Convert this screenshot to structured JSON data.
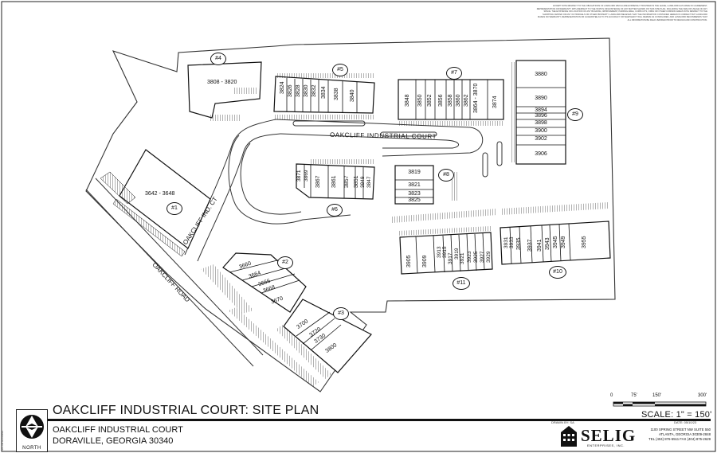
{
  "disclaimer": "EXCEPT WITH RESPECT TO THE OBLIGATIONS OF LANDLORD WHICH ARE EXPRESSLY PROVIDED IN THE LEASE, LANDLORD HAS MADE NO AGREEMENT, REPRESENTATION OR WARRANTY WITH RESPECT TO THE STATUS OR EXISTENCE OF ANY MATTER SHOWN ON THIS SITE PLAN, INCLUDING THE SIZE OR USAGE OF ANY SPACE. THE EXISTENCE OR LOCATION OF ANY BUILDING, IMPROVEMENT, PARKING AREA, CURB CUTS, OPEN OR OTHER COMMON AREAS WITH RESPECT TO THE SHOPPING CENTER OR ANY OUTPARCELS OR OTHER PROPERTY. LANDLORD BELIEVES THAT THE INFORMATION CONTAINED HEREIN IS CORRECT BUT LANDLORD MAKES NO WARRANTY, REPRESENTATION OR GUARANTEE AS TO ITS ACCURACY OR WHETHER IT WILL REMAIN AS CONFIGURED, AND LANDLORD RECOMMENDS THAT ALL INFORMATION BE FIELD VERIFIED PRIOR TO DESIGN AND CONSTRUCTION.",
  "side_note": "Site Plan file reference",
  "streets": {
    "court": "OAKCLIFF  INDUSTRIAL COURT",
    "ind_ct": "OAKCLIFF IND. CT",
    "road": "OAKCLIFF ROAD"
  },
  "buildings": [
    {
      "id": "#1",
      "units": [
        "3642 - 3648"
      ]
    },
    {
      "id": "#2",
      "units": [
        "3660",
        "3664",
        "3666",
        "3668",
        "3670"
      ]
    },
    {
      "id": "#3",
      "units": [
        "3700",
        "3720",
        "3730",
        "3800"
      ]
    },
    {
      "id": "#4",
      "units": [
        "3808 - 3820"
      ]
    },
    {
      "id": "#5",
      "units": [
        "3824",
        "3826",
        "3828",
        "3830",
        "3832",
        "3834",
        "3838",
        "3840"
      ]
    },
    {
      "id": "#6",
      "units": [
        "3871",
        "3869",
        "3867",
        "3861",
        "3857",
        "3851",
        "3849",
        "3847"
      ]
    },
    {
      "id": "#7",
      "units": [
        "3848",
        "3850",
        "3852",
        "3856",
        "3858",
        "3860",
        "3862",
        "3864 - 3870",
        "3874"
      ]
    },
    {
      "id": "#8",
      "units": [
        "3819",
        "3821",
        "3823",
        "3825"
      ]
    },
    {
      "id": "#9",
      "units": [
        "3880",
        "3890",
        "3894",
        "3896",
        "3898",
        "3900",
        "3902",
        "3906"
      ]
    },
    {
      "id": "#10",
      "units": [
        "3931",
        "3933",
        "3935",
        "3937",
        "3941",
        "3943",
        "3945",
        "3949",
        "3955"
      ]
    },
    {
      "id": "#11",
      "units": [
        "3905",
        "3909",
        "3913",
        "3915",
        "3917",
        "3919",
        "3921",
        "3923",
        "3925",
        "3927",
        "3929"
      ]
    }
  ],
  "scale_bar": {
    "ticks": [
      "0",
      "75'",
      "150'",
      "300'"
    ]
  },
  "title_block": {
    "title": "OAKCLIFF INDUSTRIAL COURT: SITE PLAN",
    "address_line1": "OAKCLIFF INDUSTRIAL COURT",
    "address_line2": "DORAVILLE, GEORGIA  30340",
    "north_label": "NORTH",
    "drawn_by": "DRAWN BY: SA",
    "date": "DATE: 05/10/23",
    "scale": "SCALE: 1\" = 150'",
    "company": "SELIG",
    "company_sub": "ENTERPRISES, INC.",
    "company_address": [
      "1100 SPRING STREET NW SUITE 550",
      "ATLANTA, GEORGIA 30309-2848",
      "TEL (404) 876-5511  FAX (404) 875-2629"
    ]
  },
  "colors": {
    "ink": "#111111",
    "paper": "#ffffff",
    "fill_light": "#f2f2f2"
  }
}
